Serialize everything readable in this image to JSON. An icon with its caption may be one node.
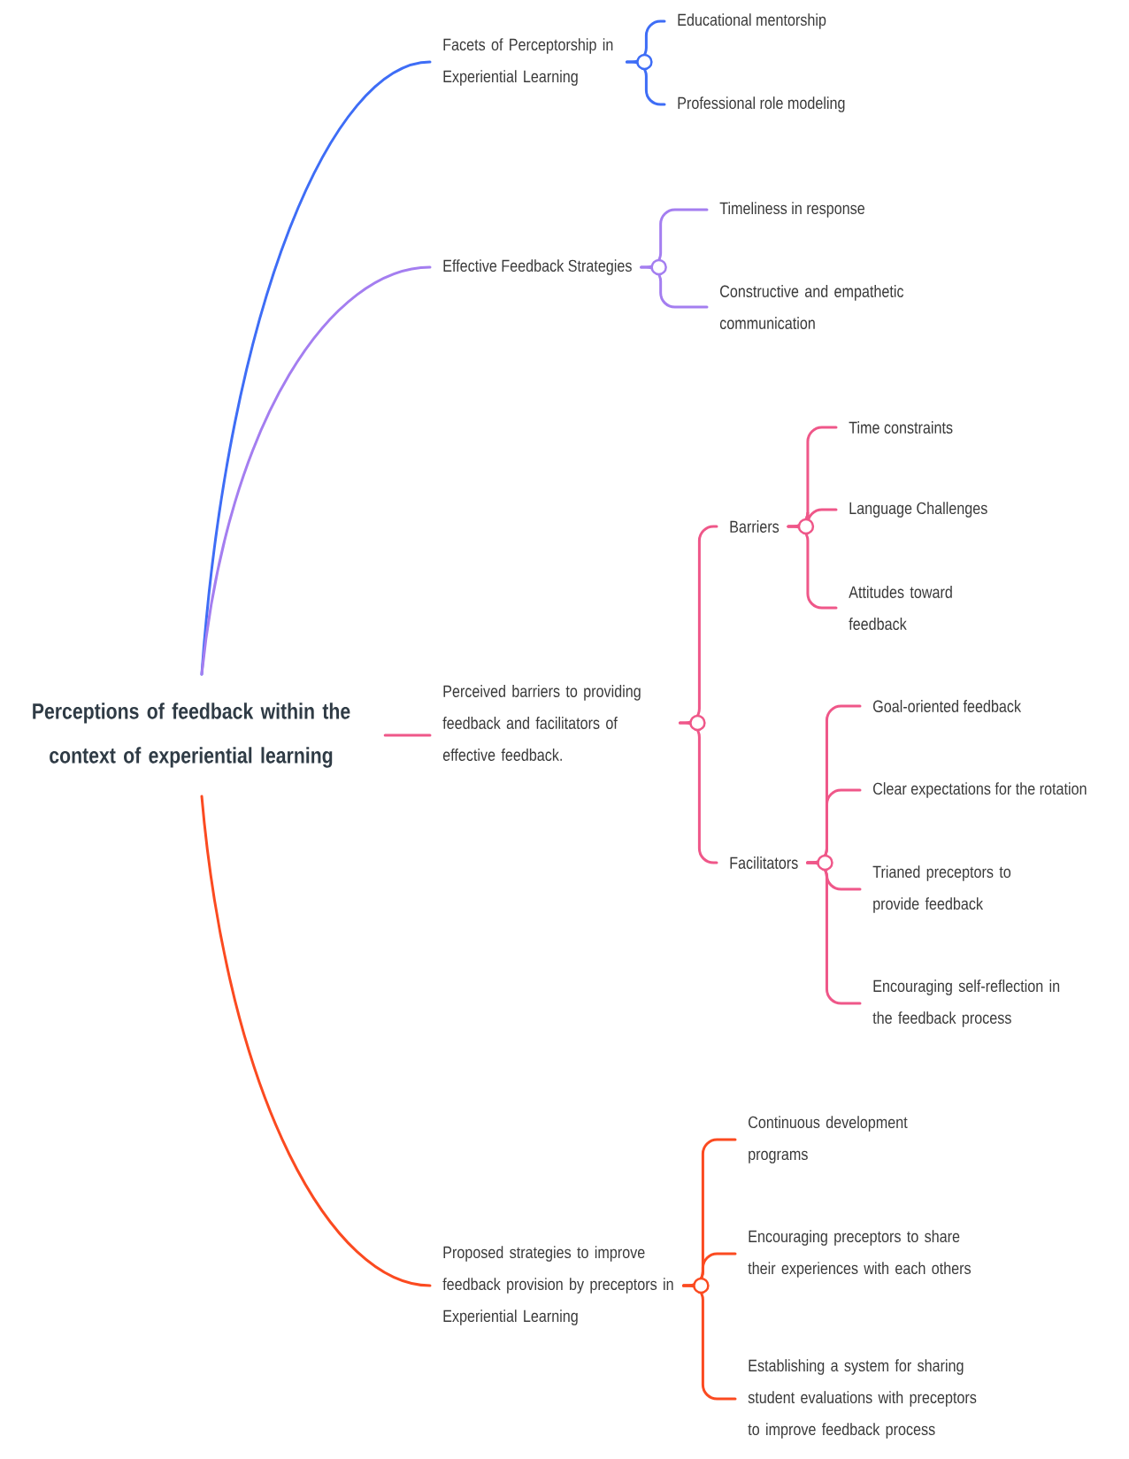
{
  "diagram": {
    "nodes": [
      {
        "text": [
          "Perceptions of feedback within the context of experiential learning"
        ]
      },
      {
        "text": [
          "Facets of Perceptorship in Experiential Learning"
        ]
      },
      {
        "text": [
          "Educational mentorship"
        ]
      },
      {
        "text": [
          "Professional role modeling"
        ]
      },
      {
        "text": [
          "Effective Feedback Strategies"
        ]
      },
      {
        "text": [
          "Timeliness in response"
        ]
      },
      {
        "text": [
          "Constructive and empathetic communication"
        ]
      },
      {
        "text": [
          "Perceived barriers to providing feedback and facilitators of effective feedback."
        ]
      },
      {
        "text": [
          "Barriers"
        ]
      },
      {
        "text": [
          "Time constraints"
        ]
      },
      {
        "text": [
          "Language Challenges"
        ]
      },
      {
        "text": [
          "Attitudes toward feedback"
        ]
      },
      {
        "text": [
          "Facilitators"
        ]
      },
      {
        "text": [
          "Goal-oriented feedback"
        ]
      },
      {
        "text": [
          "Clear expectations for the rotation"
        ]
      },
      {
        "text": [
          "Trianed preceptors to provide feedback"
        ]
      },
      {
        "text": [
          "Encouraging self-reflection in the feedback process"
        ]
      },
      {
        "text": [
          "Proposed strategies to improve feedback provision by preceptors in Experiential Learning"
        ]
      },
      {
        "text": [
          "Continuous development programs"
        ]
      },
      {
        "text": [
          "Encouraging preceptors to share their experiences with each others"
        ]
      },
      {
        "text": [
          "Establishing a system for sharing student evaluations with preceptors to improve feedback process"
        ]
      }
    ],
    "edges": [
      {
        "from": 0,
        "to": 1,
        "arrow": "none",
        "color": "#3e6df6"
      },
      {
        "from": 1,
        "to": 2,
        "arrow": "none",
        "color": "#3e6df6"
      },
      {
        "from": 1,
        "to": 3,
        "arrow": "none",
        "color": "#3e6df6"
      },
      {
        "from": 0,
        "to": 4,
        "arrow": "none",
        "color": "#a47ef0"
      },
      {
        "from": 4,
        "to": 5,
        "arrow": "none",
        "color": "#a47ef0"
      },
      {
        "from": 4,
        "to": 6,
        "arrow": "none",
        "color": "#a47ef0"
      },
      {
        "from": 0,
        "to": 7,
        "arrow": "none",
        "color": "#ef5789"
      },
      {
        "from": 7,
        "to": 8,
        "arrow": "none",
        "color": "#ef5789"
      },
      {
        "from": 8,
        "to": 9,
        "arrow": "none",
        "color": "#ef5789"
      },
      {
        "from": 8,
        "to": 10,
        "arrow": "none",
        "color": "#ef5789"
      },
      {
        "from": 8,
        "to": 11,
        "arrow": "none",
        "color": "#ef5789"
      },
      {
        "from": 7,
        "to": 12,
        "arrow": "none",
        "color": "#ef5789"
      },
      {
        "from": 12,
        "to": 13,
        "arrow": "none",
        "color": "#ef5789"
      },
      {
        "from": 12,
        "to": 14,
        "arrow": "none",
        "color": "#ef5789"
      },
      {
        "from": 12,
        "to": 15,
        "arrow": "none",
        "color": "#ef5789"
      },
      {
        "from": 12,
        "to": 16,
        "arrow": "none",
        "color": "#ef5789"
      },
      {
        "from": 0,
        "to": 17,
        "arrow": "none",
        "color": "#fb4a20"
      },
      {
        "from": 17,
        "to": 18,
        "arrow": "none",
        "color": "#fb4a20"
      },
      {
        "from": 17,
        "to": 19,
        "arrow": "none",
        "color": "#fb4a20"
      },
      {
        "from": 17,
        "to": 20,
        "arrow": "none",
        "color": "#fb4a20"
      }
    ]
  }
}
